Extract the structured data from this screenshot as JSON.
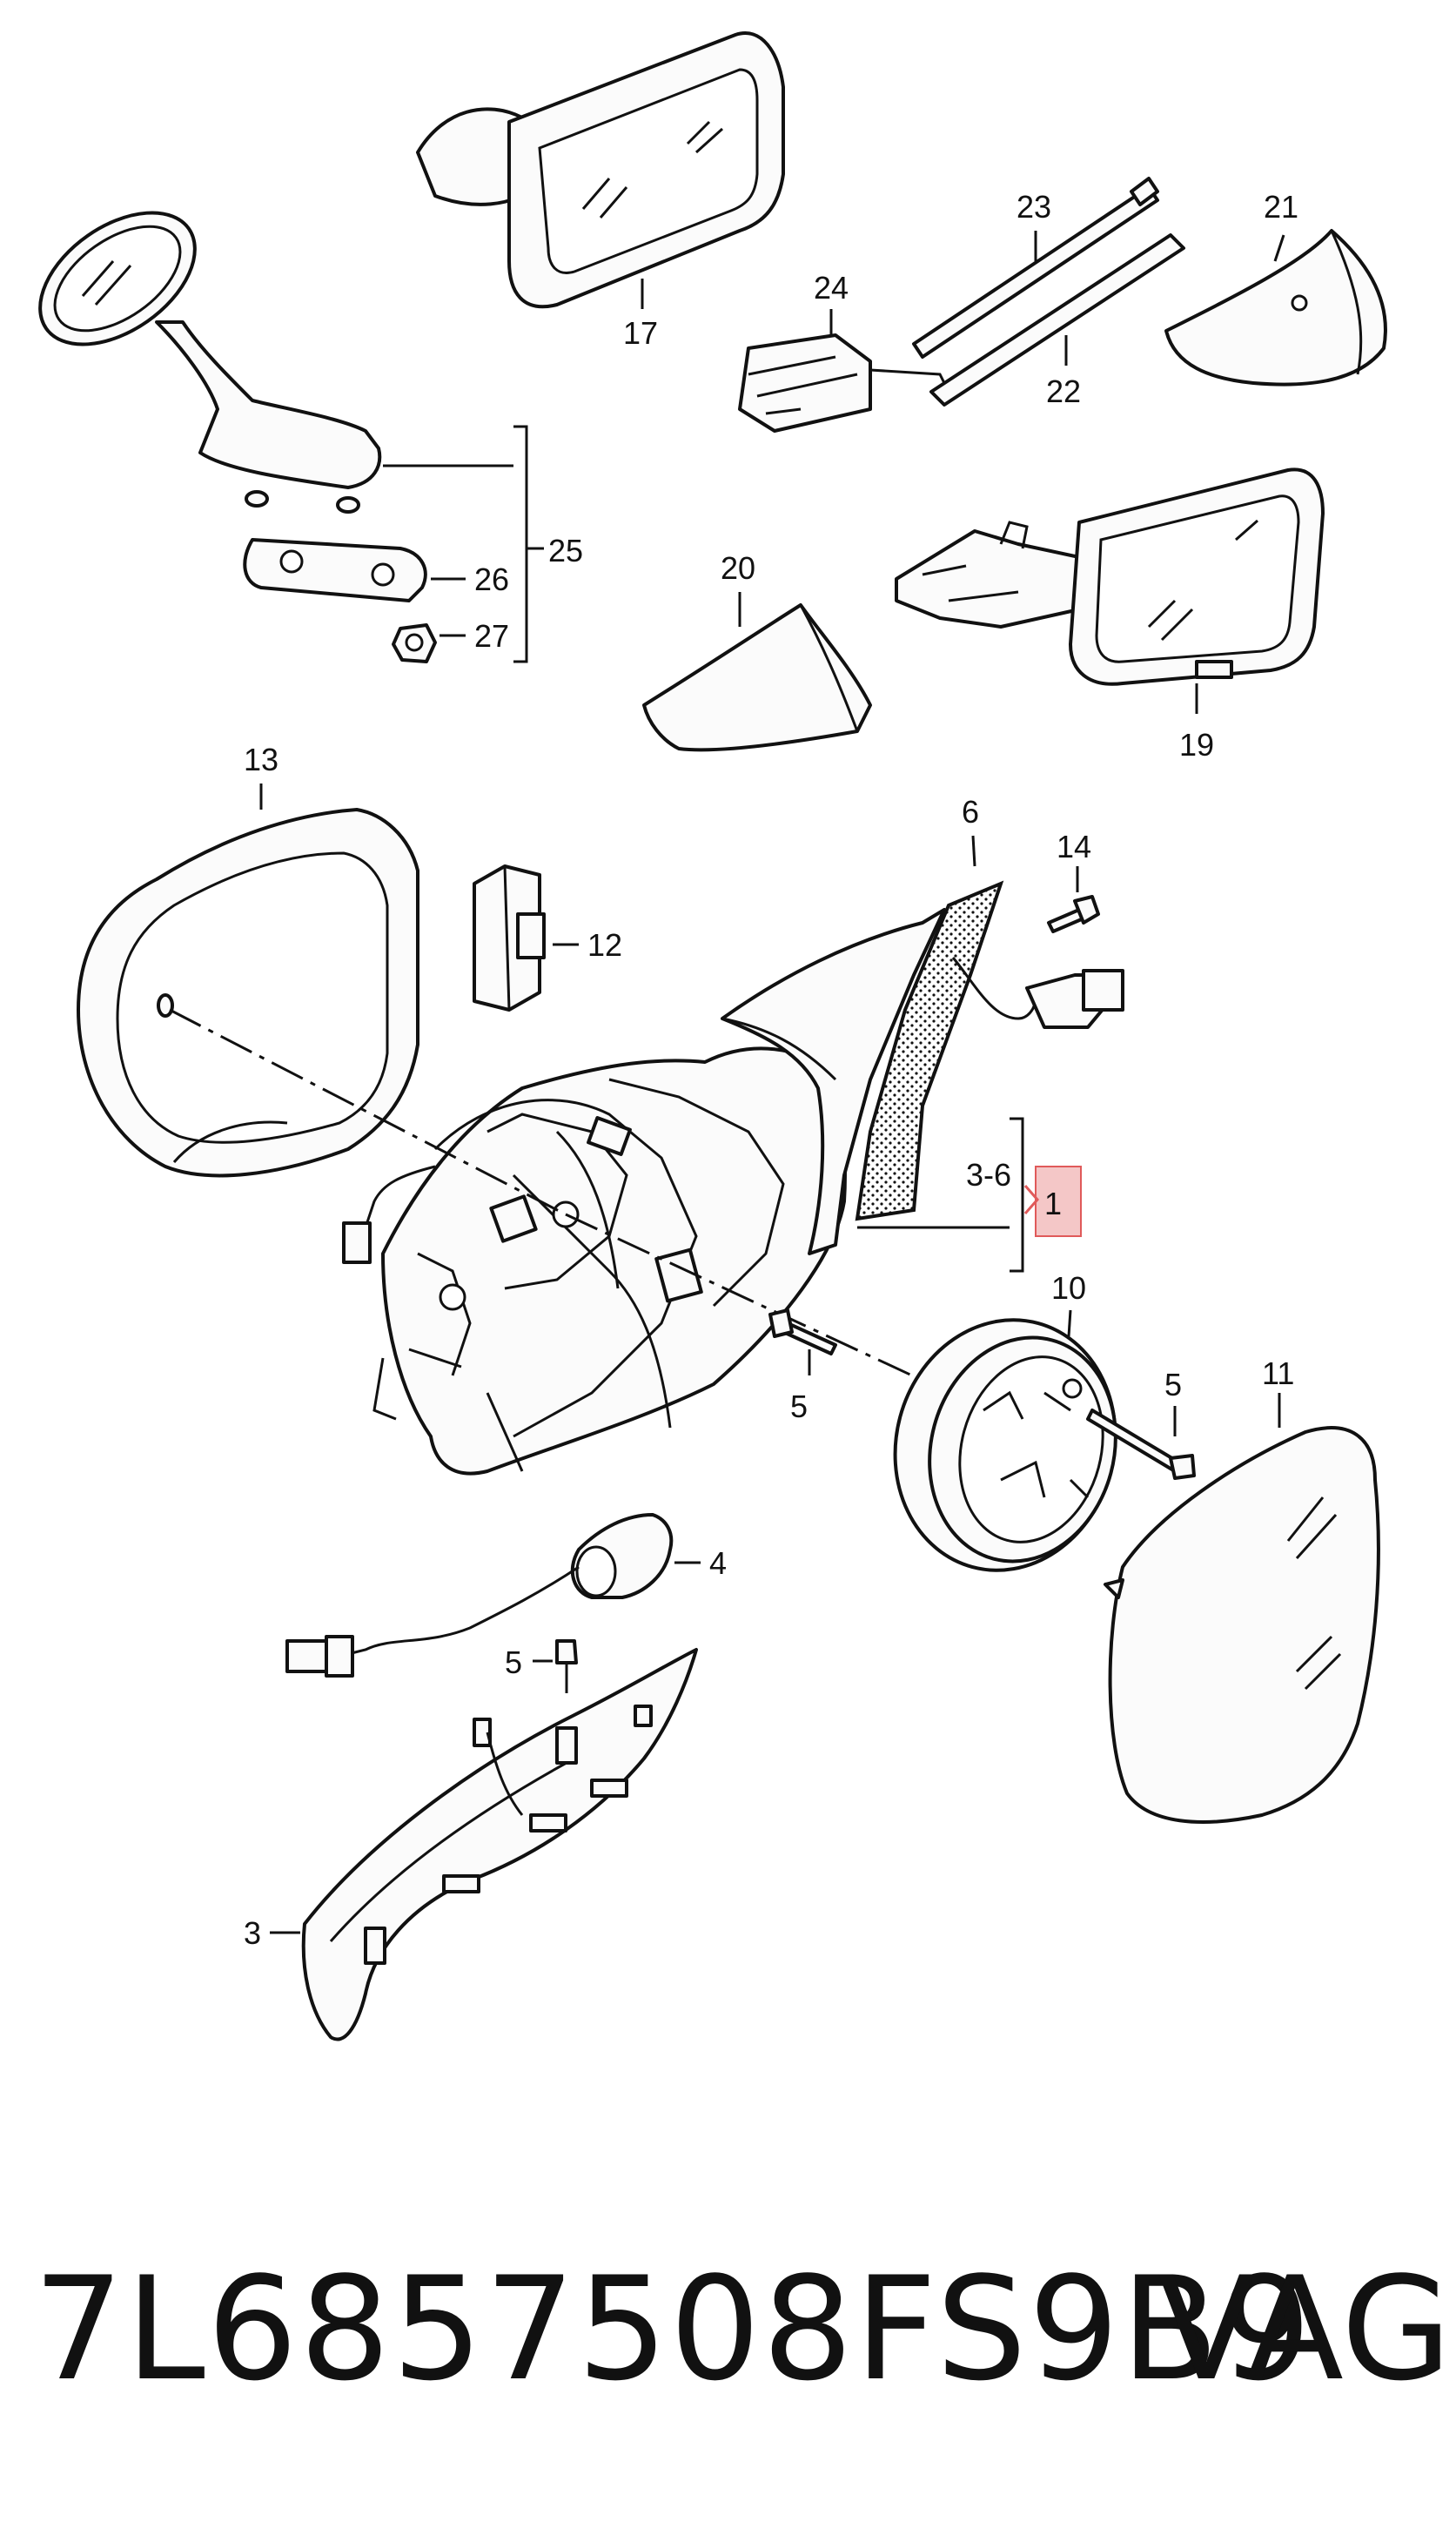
{
  "labels": {
    "l17": "17",
    "l24": "24",
    "l23": "23",
    "l22": "22",
    "l21": "21",
    "l25": "25",
    "l26": "26",
    "l27": "27",
    "l20": "20",
    "l19": "19",
    "l13": "13",
    "l12": "12",
    "l6": "6",
    "l14": "14",
    "l3_6": "3-6",
    "l1": "1",
    "l10": "10",
    "l11": "11",
    "l5a": "5",
    "l5b": "5",
    "l5c": "5",
    "l4": "4",
    "l3": "3"
  },
  "footer": {
    "part_number": "7L6857508FS9B9",
    "brand": "VAG"
  },
  "colors": {
    "highlight_box": "#f4c7c7",
    "highlight_border": "#e05a5a",
    "line": "#111111"
  }
}
